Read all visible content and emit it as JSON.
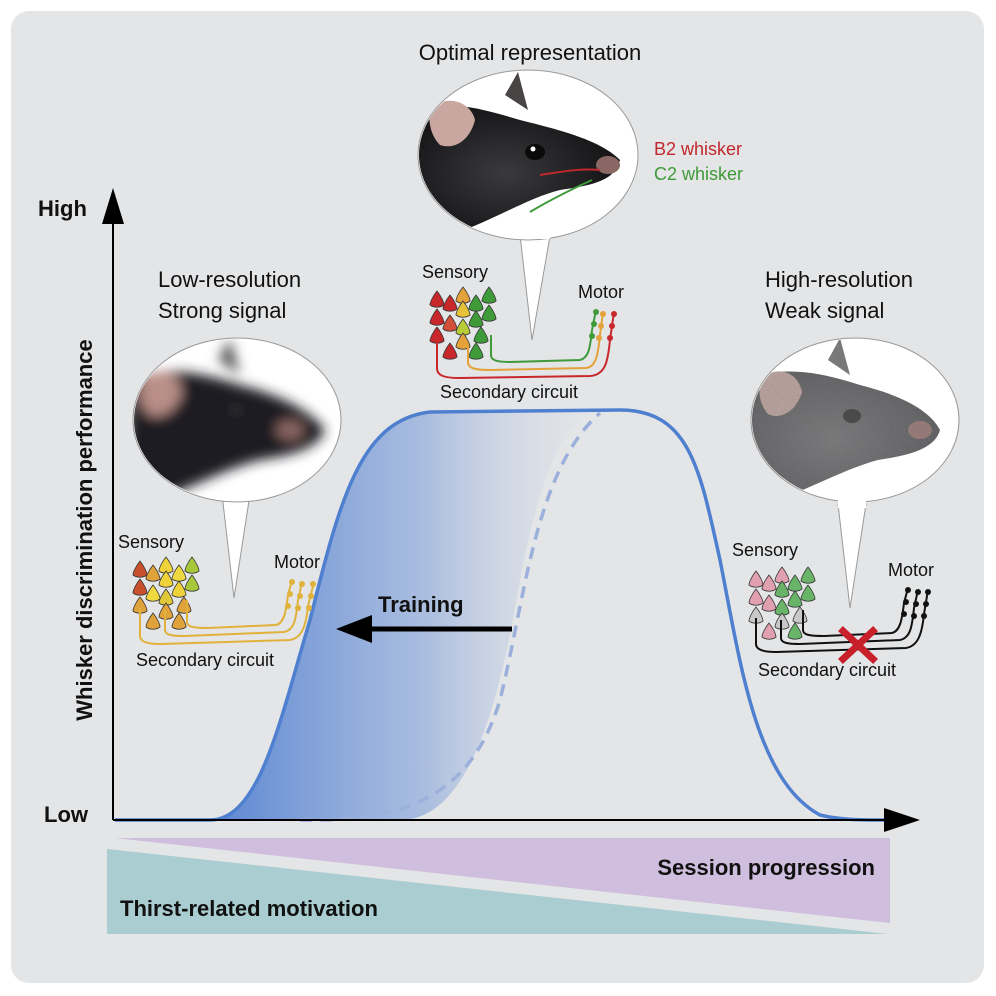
{
  "axes": {
    "y_label": "Whisker discrimination performance",
    "y_high": "High",
    "y_low": "Low"
  },
  "states": {
    "left": {
      "title_line1": "Low-resolution",
      "title_line2": "Strong signal"
    },
    "center": {
      "title": "Optimal representation",
      "whisker_b2": "B2 whisker",
      "whisker_c2": "C2 whisker"
    },
    "right": {
      "title_line1": "High-resolution",
      "title_line2": "Weak signal"
    }
  },
  "circuit": {
    "sensory": "Sensory",
    "motor": "Motor",
    "secondary": "Secondary circuit"
  },
  "training_label": "Training",
  "bands": {
    "session": "Session progression",
    "thirst": "Thirst-related motivation"
  },
  "colors": {
    "panel_bg": "#e4e5e7",
    "curve_blue": "#4f7fcf",
    "fill_blue": "#5b86d2",
    "session_purple": "#cfbedd",
    "thirst_teal": "#a9cdd0",
    "b2_red": "#c0282d",
    "c2_green": "#3f9a3a",
    "motor_yellow": "#e0b23c",
    "cross_red": "#c8202a"
  }
}
